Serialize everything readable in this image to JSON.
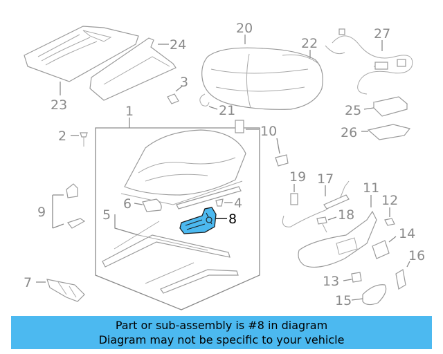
{
  "caption": {
    "line1": "Part or sub-assembly is #8 in diagram",
    "line2": "Diagram may not be specific to your vehicle"
  },
  "highlight_color": "#4cb9f0",
  "callouts": {
    "c1": "1",
    "c2": "2",
    "c3": "3",
    "c4": "4",
    "c5": "5",
    "c6": "6",
    "c7": "7",
    "c8": "8",
    "c9": "9",
    "c10": "10",
    "c11": "11",
    "c12": "12",
    "c13": "13",
    "c14": "14",
    "c15": "15",
    "c16": "16",
    "c17": "17",
    "c18": "18",
    "c19": "19",
    "c20": "20",
    "c21": "21",
    "c22": "22",
    "c23": "23",
    "c24": "24",
    "c25": "25",
    "c26": "26",
    "c27": "27"
  }
}
